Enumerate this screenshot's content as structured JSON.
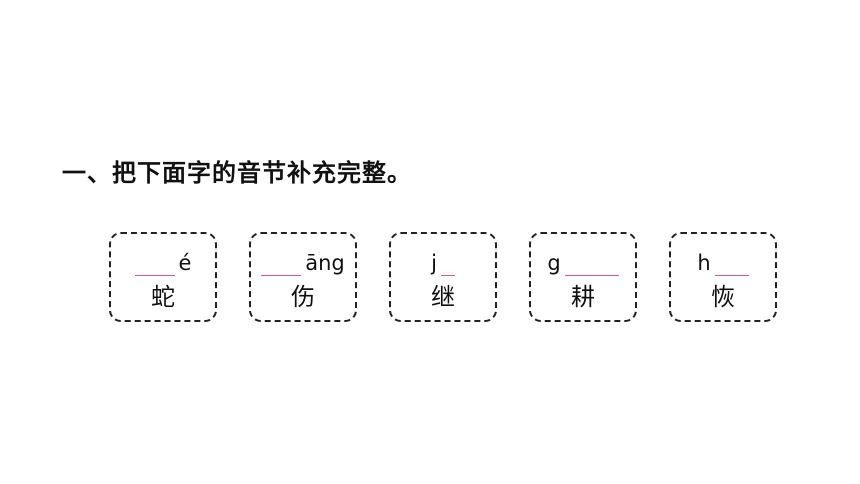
{
  "question": {
    "title": "一、把下面字的音节补充完整。"
  },
  "cards": [
    {
      "before": "",
      "after": "é",
      "character": "蛇"
    },
    {
      "before": "",
      "after": "āng",
      "character": "伤"
    },
    {
      "before": "j",
      "after": "",
      "character": "继"
    },
    {
      "before": "g",
      "after": "",
      "character": "耕"
    },
    {
      "before": "h",
      "after": "",
      "character": "恢"
    }
  ],
  "colors": {
    "blank_line": "#e0578f",
    "border": "#222222",
    "text": "#111111"
  }
}
